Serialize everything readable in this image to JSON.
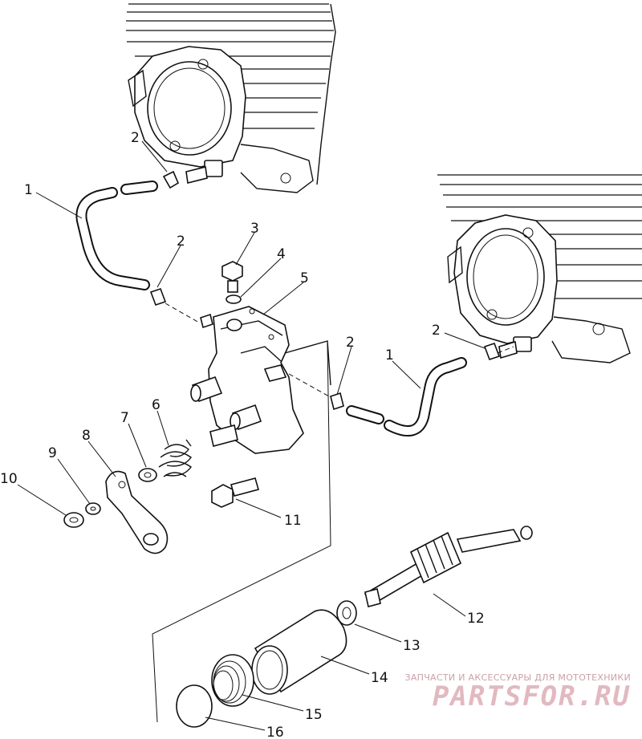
{
  "callouts": [
    {
      "id": "1a",
      "text": "1"
    },
    {
      "id": "1b",
      "text": "1"
    },
    {
      "id": "2a",
      "text": "2"
    },
    {
      "id": "2b",
      "text": "2"
    },
    {
      "id": "2c",
      "text": "2"
    },
    {
      "id": "2d",
      "text": "2"
    },
    {
      "id": "3",
      "text": "3"
    },
    {
      "id": "4",
      "text": "4"
    },
    {
      "id": "5",
      "text": "5"
    },
    {
      "id": "6",
      "text": "6"
    },
    {
      "id": "7",
      "text": "7"
    },
    {
      "id": "8",
      "text": "8"
    },
    {
      "id": "9",
      "text": "9"
    },
    {
      "id": "10",
      "text": "10"
    },
    {
      "id": "11",
      "text": "11"
    },
    {
      "id": "12",
      "text": "12"
    },
    {
      "id": "13",
      "text": "13"
    },
    {
      "id": "14",
      "text": "14"
    },
    {
      "id": "15",
      "text": "15"
    },
    {
      "id": "16",
      "text": "16"
    }
  ],
  "watermark": {
    "tagline": "ЗАПЧАСТИ И АКСЕССУАРЫ ДЛЯ МОТОТЕХНИКИ",
    "logo": "PARTSFOR.RU"
  }
}
